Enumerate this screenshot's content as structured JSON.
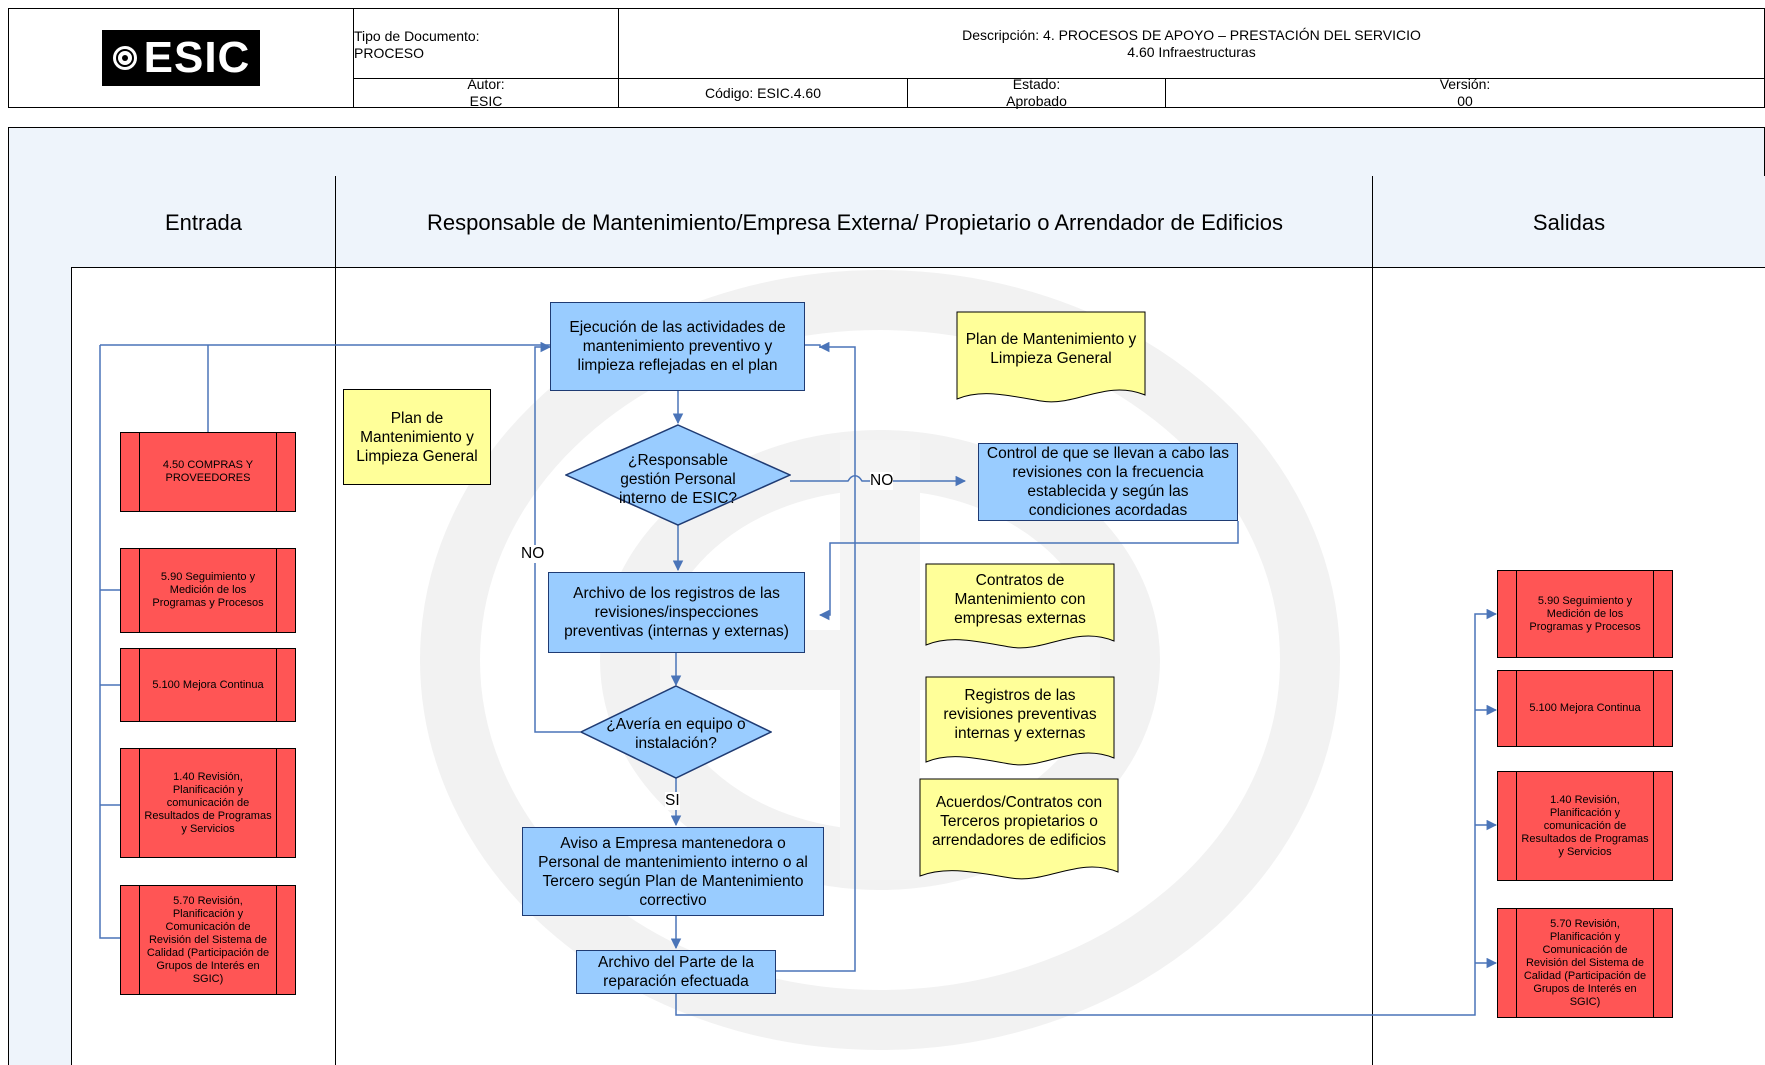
{
  "header": {
    "logo_text": "ESIC",
    "tipo_label": "Tipo de Documento:",
    "tipo_value": "PROCESO",
    "descripcion_line1": "Descripción: 4. PROCESOS DE APOYO – PRESTACIÓN DEL SERVICIO",
    "descripcion_line2": "4.60 Infraestructuras",
    "autor_label": "Autor:",
    "autor_value": "ESIC",
    "codigo": "Código: ESIC.4.60",
    "estado_label": "Estado:",
    "estado_value": "Aprobado",
    "version_label": "Versión:",
    "version_value": "00"
  },
  "lanes": {
    "entrada": "Entrada",
    "responsable": "Responsable de Mantenimiento/Empresa Externa/ Propietario o Arrendador de Edificios",
    "salidas": "Salidas"
  },
  "inputs": [
    "4.50 COMPRAS Y PROVEEDORES",
    "5.90 Seguimiento y Medición de los Programas y Procesos",
    "5.100 Mejora Continua",
    "1.40 Revisión, Planificación y comunicación de Resultados de Programas y Servicios",
    "5.70 Revisión, Planificación y Comunicación de Revisión del Sistema de Calidad (Participación de Grupos de Interés en SGIC)"
  ],
  "outputs": [
    "5.90 Seguimiento y Medición de los Programas y Procesos",
    "5.100 Mejora Continua",
    "1.40 Revisión, Planificación y comunicación de Resultados de Programas y Servicios",
    "5.70 Revisión, Planificación y Comunicación de Revisión del Sistema de Calidad (Participación de Grupos de Interés en SGIC)"
  ],
  "process": {
    "ejecucion": "Ejecución de las actividades de mantenimiento preventivo y limpieza reflejadas en el plan",
    "decision_responsable": "¿Responsable gestión Personal interno de ESIC?",
    "control": "Control de que se llevan a cabo las revisiones con la frecuencia establecida y según las condiciones acordadas",
    "archivo_registros": "Archivo de los registros de las revisiones/inspecciones preventivas (internas y externas)",
    "decision_averia": "¿Avería en equipo o instalación?",
    "aviso": "Aviso a Empresa mantenedora o Personal de mantenimiento interno o al Tercero según Plan de Mantenimiento correctivo",
    "archivo_parte": "Archivo del Parte de la reparación efectuada"
  },
  "documents": {
    "plan_left": "Plan de Mantenimiento y Limpieza General",
    "plan_right": "Plan de Mantenimiento y Limpieza General",
    "contratos": "Contratos de Mantenimiento con empresas externas",
    "registros": "Registros de las revisiones preventivas internas y externas",
    "acuerdos": "Acuerdos/Contratos con Terceros propietarios o arrendadores de edificios"
  },
  "labels": {
    "no_right": "NO",
    "no_left": "NO",
    "si": "SI"
  },
  "colors": {
    "process_fill": "#99ccff",
    "document_fill": "#ffff99",
    "io_fill": "#ff5555",
    "lane_header_fill": "#eef4fb",
    "connector": "#4a74b8"
  }
}
